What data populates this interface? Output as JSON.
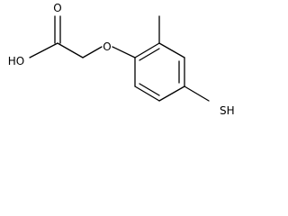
{
  "molecule": {
    "atoms": {
      "oxygen_carbonyl": "O",
      "hydroxyl": "HO",
      "oxygen_ether": "O",
      "thiol": "SH"
    }
  },
  "colors": {
    "background": "#ffffff",
    "bond": "#000000",
    "label": "#000000"
  }
}
